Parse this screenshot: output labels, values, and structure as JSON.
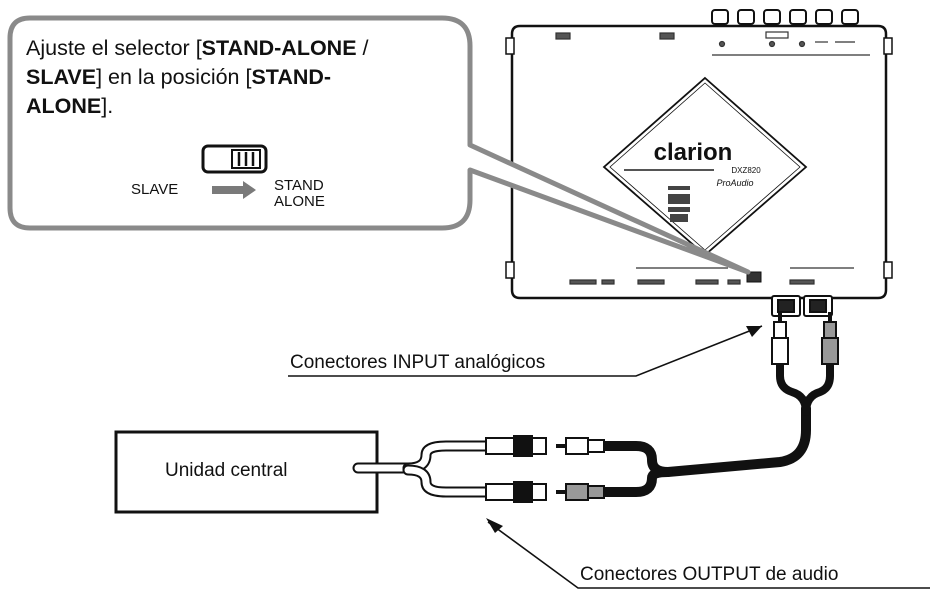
{
  "callout": {
    "line1_a": "Ajuste el selector [",
    "line1_b": "STAND-ALONE",
    "line1_c": " /",
    "line2_a": "SLAVE",
    "line2_b": "] en la posición [",
    "line2_c": "STAND-",
    "line3_a": "ALONE",
    "line3_b": "]."
  },
  "switch": {
    "left_label": "SLAVE",
    "right_label_1": "STAND",
    "right_label_2": "ALONE"
  },
  "device": {
    "brand": "clarion",
    "model": "DXZ820",
    "sub_brand": "ProAudio"
  },
  "labels": {
    "input_connectors": "Conectores INPUT analógicos",
    "head_unit": "Unidad central",
    "output_connectors": "Conectores OUTPUT de audio"
  }
}
